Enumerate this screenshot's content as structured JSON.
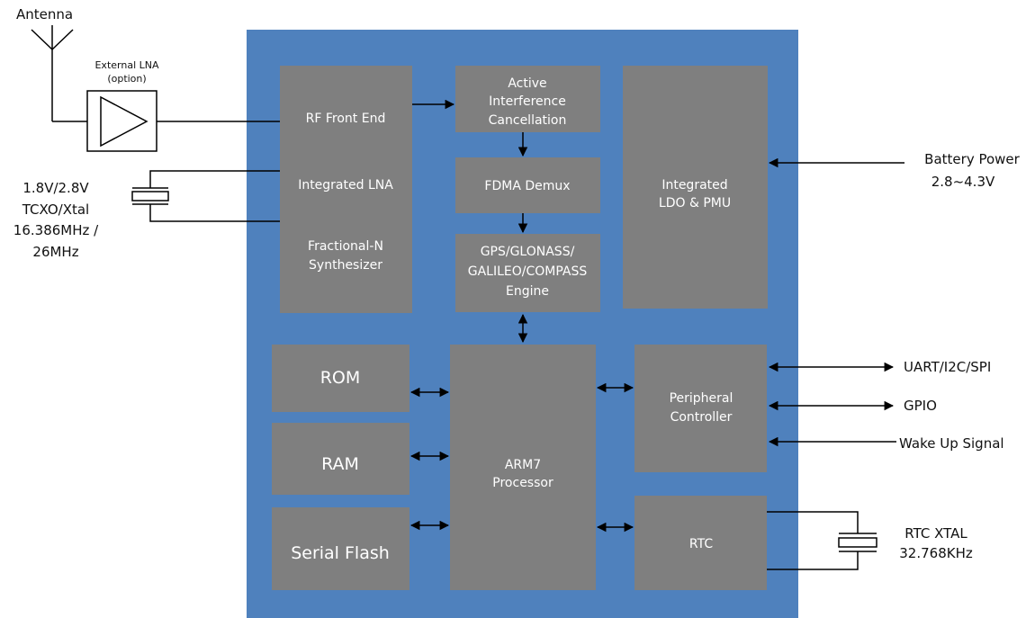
{
  "colors": {
    "chip_bg": "#4f81bd",
    "block": "#7f7f7f",
    "block_text": "#ffffff",
    "lines": "#000000"
  },
  "external": {
    "antenna": "Antenna",
    "lna_line1": "External LNA",
    "lna_line2": "(option)",
    "tcxo_lines": [
      "1.8V/2.8V",
      "TCXO/Xtal",
      "16.386MHz /",
      "26MHz"
    ],
    "battery_lines": [
      "Battery Power",
      "2.8~4.3V"
    ],
    "uart": "UART/I2C/SPI",
    "gpio": "GPIO",
    "wakeup": "Wake Up Signal",
    "rtc_xtal_lines": [
      "RTC XTAL",
      "32.768KHz"
    ]
  },
  "blocks": {
    "rf": {
      "lines": [
        "RF Front End",
        "Integrated LNA",
        "Fractional-N",
        "Synthesizer"
      ]
    },
    "aic": {
      "lines": [
        "Active",
        "Interference",
        "Cancellation"
      ]
    },
    "fdma": {
      "lines": [
        "FDMA Demux"
      ]
    },
    "gnss": {
      "lines": [
        "GPS/GLONASS/",
        "GALILEO/COMPASS",
        "Engine"
      ]
    },
    "ldo": {
      "lines": [
        "Integrated",
        "LDO & PMU"
      ]
    },
    "rom": {
      "lines": [
        "ROM"
      ]
    },
    "ram": {
      "lines": [
        "RAM"
      ]
    },
    "flash": {
      "lines": [
        "Serial Flash"
      ]
    },
    "arm": {
      "lines": [
        "ARM7",
        "Processor"
      ]
    },
    "periph": {
      "lines": [
        "Peripheral",
        "Controller"
      ]
    },
    "rtc": {
      "lines": [
        "RTC"
      ]
    }
  },
  "icons": {
    "antenna": "antenna-icon",
    "amplifier": "amplifier-icon",
    "crystal": "crystal-icon"
  }
}
